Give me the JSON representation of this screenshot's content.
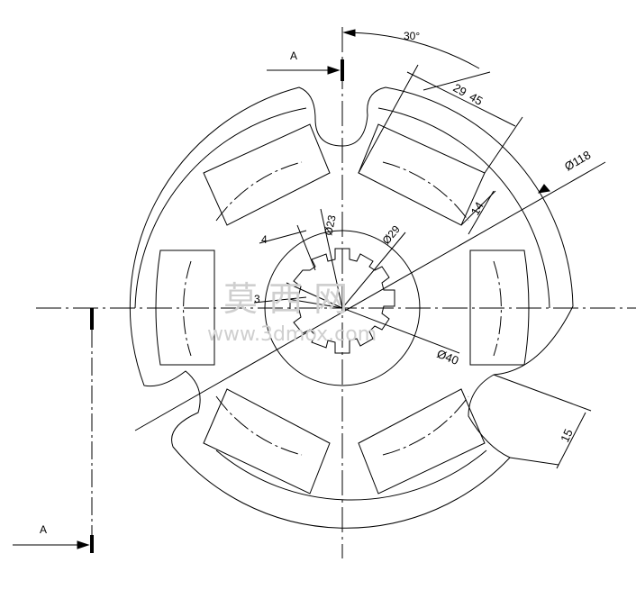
{
  "drawing": {
    "section_label_top": "A",
    "section_label_bottom": "A",
    "dimensions": {
      "angle": "30°",
      "d118": "Ø118",
      "d40": "Ø40",
      "d29": "Ø29",
      "d23": "Ø23",
      "len29": "29",
      "len45": "45",
      "len14": "14",
      "len15": "15",
      "len4": "4",
      "len3": "3"
    }
  },
  "watermark": {
    "title": "莫 西 网",
    "url": "www.3dmox.com"
  }
}
